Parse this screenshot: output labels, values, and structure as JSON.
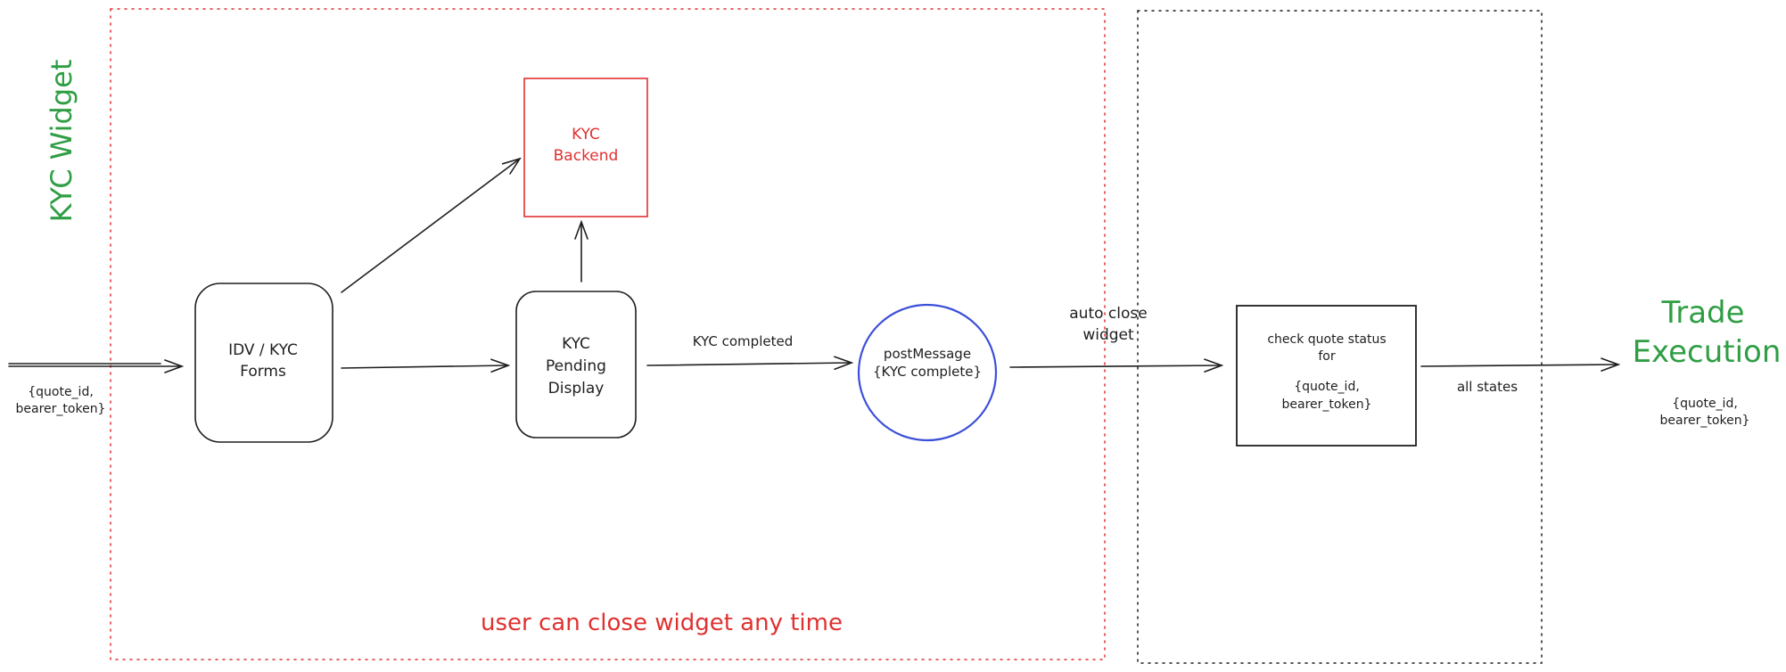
{
  "diagram": {
    "side_title": "KYC Widget",
    "input_params": [
      "{quote_id,",
      "bearer_token}"
    ],
    "nodes": {
      "idv_forms": [
        "IDV / KYC",
        "Forms"
      ],
      "kyc_backend": [
        "KYC",
        "Backend"
      ],
      "kyc_pending": [
        "KYC",
        "Pending",
        "Display"
      ],
      "post_message": [
        "postMessage",
        "{KYC complete}"
      ],
      "check_quote": [
        "check quote status",
        "for"
      ],
      "check_quote_params": [
        "{quote_id,",
        "bearer_token}"
      ],
      "trade_execution": [
        "Trade",
        "Execution"
      ],
      "trade_params": [
        "{quote_id,",
        "bearer_token}"
      ]
    },
    "edges": {
      "kyc_completed": "KYC completed",
      "auto_close": [
        "auto close",
        "widget"
      ],
      "all_states": "all states"
    },
    "footer_note": "user can close widget any time"
  },
  "colors": {
    "ink": "#1e1e1e",
    "red": "#e03131",
    "green": "#2f9e44",
    "blue": "#3b4fd8"
  }
}
